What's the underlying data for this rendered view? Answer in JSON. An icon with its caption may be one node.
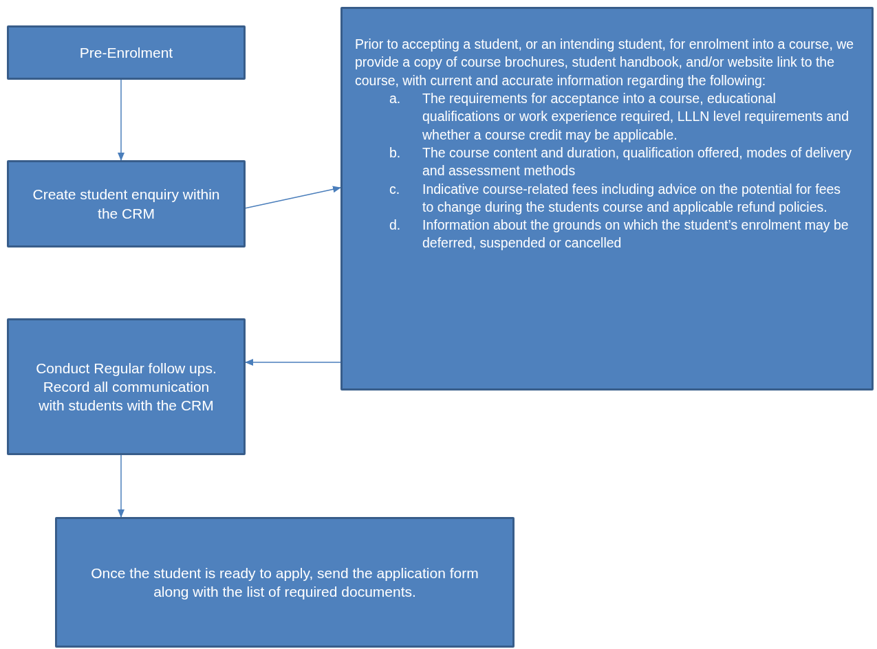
{
  "diagram": {
    "nodes": [
      {
        "text": [
          "Pre-Enrolment"
        ]
      },
      {
        "text": [
          "Create student enquiry within the CRM"
        ]
      },
      {
        "text": [
          "Prior to accepting a student, or an intending student, for enrolment into a course, we provide a copy of course brochures, student handbook, and/or website link to the course, with current and accurate information regarding the following:",
          "a.",
          "The requirements for acceptance into a course, educational qualifications or work experience required, LLLN level requirements and whether a course credit may be applicable.",
          "b.",
          "The course content and duration, qualification offered, modes of delivery and assessment methods",
          "c.",
          "Indicative course-related fees including advice on the potential for fees to change during the students course and applicable refund policies.",
          "d.",
          "Information about the grounds on which the student’s enrolment may be deferred, suspended or cancelled"
        ]
      },
      {
        "text": [
          "Conduct Regular follow ups. Record all communication with students with the CRM"
        ]
      },
      {
        "text": [
          "Once the student is ready to apply, send the application form along with the list of required documents."
        ]
      }
    ],
    "edges": [
      {
        "from": 0,
        "to": 1,
        "arrow": "to"
      },
      {
        "from": 1,
        "to": 2,
        "arrow": "to"
      },
      {
        "from": 2,
        "to": 3,
        "arrow": "to"
      },
      {
        "from": 3,
        "to": 4,
        "arrow": "to"
      }
    ]
  }
}
